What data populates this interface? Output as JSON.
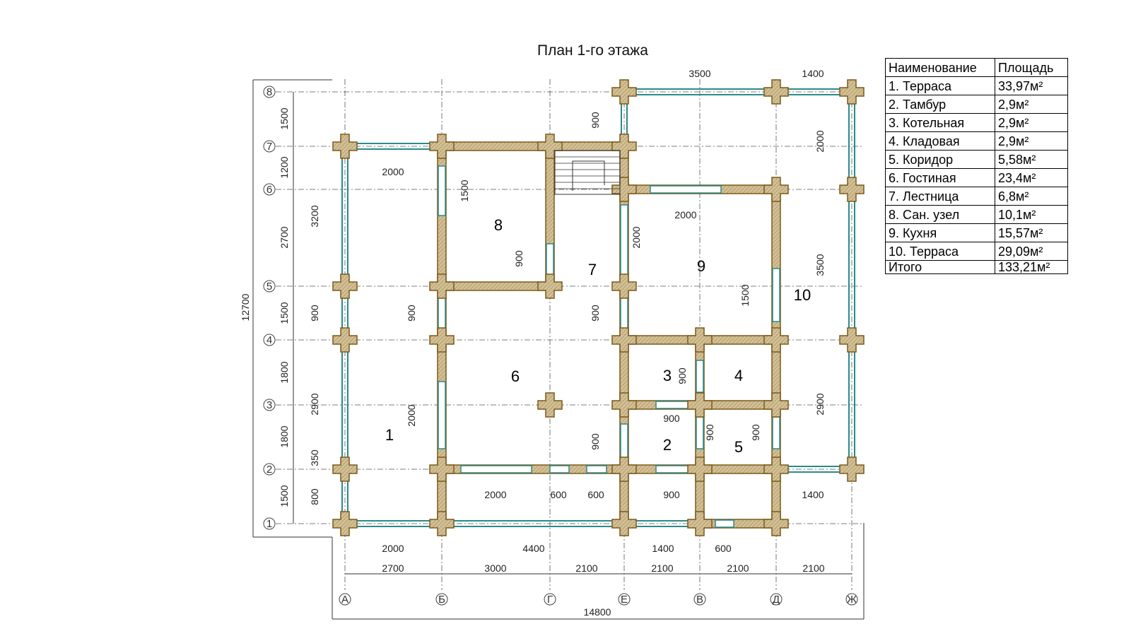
{
  "title": "План 1-го этажа",
  "table": {
    "headers": [
      "Наименование",
      "Площадь"
    ],
    "rows": [
      [
        "1. Терраса",
        "33,97м²"
      ],
      [
        "2. Тамбур",
        "2,9м²"
      ],
      [
        "3. Котельная",
        "2,9м²"
      ],
      [
        "4. Кладовая",
        "2,9м²"
      ],
      [
        "5. Коридор",
        "5,58м²"
      ],
      [
        "6. Гостиная",
        "23,4м²"
      ],
      [
        "7. Лестница",
        "6,8м²"
      ],
      [
        "8. Сан. узел",
        "10,1м²"
      ],
      [
        "9. Кухня",
        "15,57м²"
      ],
      [
        "10. Терраса",
        "29,09м²"
      ]
    ],
    "total": [
      "Итого",
      "133,21м²"
    ]
  },
  "axes": {
    "letters": [
      "А",
      "Б",
      "Г",
      "Е",
      "В",
      "Д",
      "Ж"
    ],
    "numbers": [
      "1",
      "2",
      "3",
      "4",
      "5",
      "6",
      "7",
      "8"
    ]
  },
  "rooms": [
    "1",
    "2",
    "3",
    "4",
    "5",
    "6",
    "7",
    "8",
    "9",
    "10"
  ],
  "dimensions": [
    "3500",
    "1400",
    "1500",
    "1200",
    "2700",
    "1500",
    "1800",
    "1800",
    "1500",
    "12700",
    "3200",
    "900",
    "2900",
    "350",
    "800",
    "2000",
    "1500",
    "900",
    "900",
    "2000",
    "900",
    "900",
    "2000",
    "2000",
    "1500",
    "900",
    "2000",
    "3500",
    "2900",
    "900",
    "900",
    "900",
    "900",
    "2000",
    "600",
    "600",
    "900",
    "1400",
    "2000",
    "4400",
    "1400",
    "600",
    "2700",
    "3000",
    "2100",
    "2100",
    "2100",
    "2100",
    "14800"
  ],
  "colors": {
    "wall": "#c8b48a",
    "wall_stroke": "#7a5a1a",
    "rail": "#2a8a8a"
  }
}
